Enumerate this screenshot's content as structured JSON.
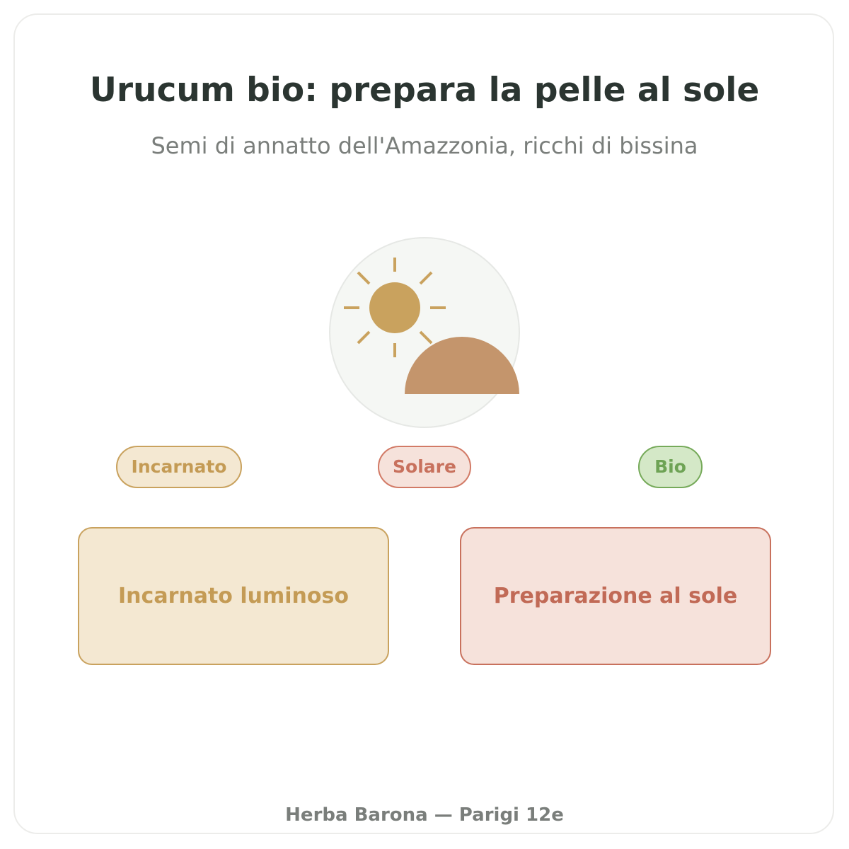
{
  "header": {
    "title": "Urucum bio: prepara la pelle al sole",
    "subtitle": "Semi di annatto dell'Amazzonia, ricchi di bissina"
  },
  "hero": {
    "icon": "sun-over-skin-icon",
    "colors": {
      "circle_fill": "#f5f7f4",
      "circle_stroke": "#e6e8e5",
      "sun": "#c9a25e",
      "skin": "#c4956c"
    }
  },
  "tags": [
    {
      "label": "Incarnato",
      "color": "#c49b55",
      "bg": "#f4e8d2"
    },
    {
      "label": "Solare",
      "color": "#c8715d",
      "bg": "#f6e2db"
    },
    {
      "label": "Bio",
      "color": "#6ea355",
      "bg": "#d4e8c7"
    }
  ],
  "panels": [
    {
      "label": "Incarnato luminoso",
      "color": "#c49b55",
      "bg": "#f4e8d2"
    },
    {
      "label": "Preparazione al sole",
      "color": "#c16a56",
      "bg": "#f6e2db"
    }
  ],
  "footer": {
    "text": "Herba Barona — Parigi 12e"
  }
}
